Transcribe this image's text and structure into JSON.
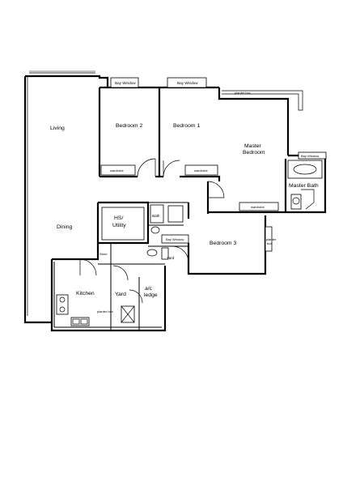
{
  "rooms": {
    "living": "Living",
    "dining": "Dining",
    "bedroom2": "Bedroom 2",
    "bedroom1": "Bedroom 1",
    "master_line1": "Master",
    "master_line2": "Bedroom",
    "master_bath": "Master Bath",
    "hs_line1": "HS/",
    "hs_line2": "Utility",
    "bath": "Bath",
    "bedroom3": "Bedroom 3",
    "kitchen": "Kitchen",
    "yard_small": "Yard",
    "yard": "Yard",
    "store": "Store",
    "ac_line1": "a/c",
    "ac_line2": "ledge"
  },
  "fixtures": {
    "bay_window_b2": "Bay Window",
    "bay_window_b1": "Bay Window",
    "bay_window_master": "Bay Window",
    "bay_window_b3": "Bay Window",
    "planter_box": "planter box",
    "planter_box_lower": "planter box",
    "planter_box_right_line1": "planter",
    "planter_box_right_line2": "box",
    "wardrobe_b2": "wardrobe",
    "wardrobe_b1": "wardrobe",
    "wardrobe_master": "wardrobe"
  }
}
